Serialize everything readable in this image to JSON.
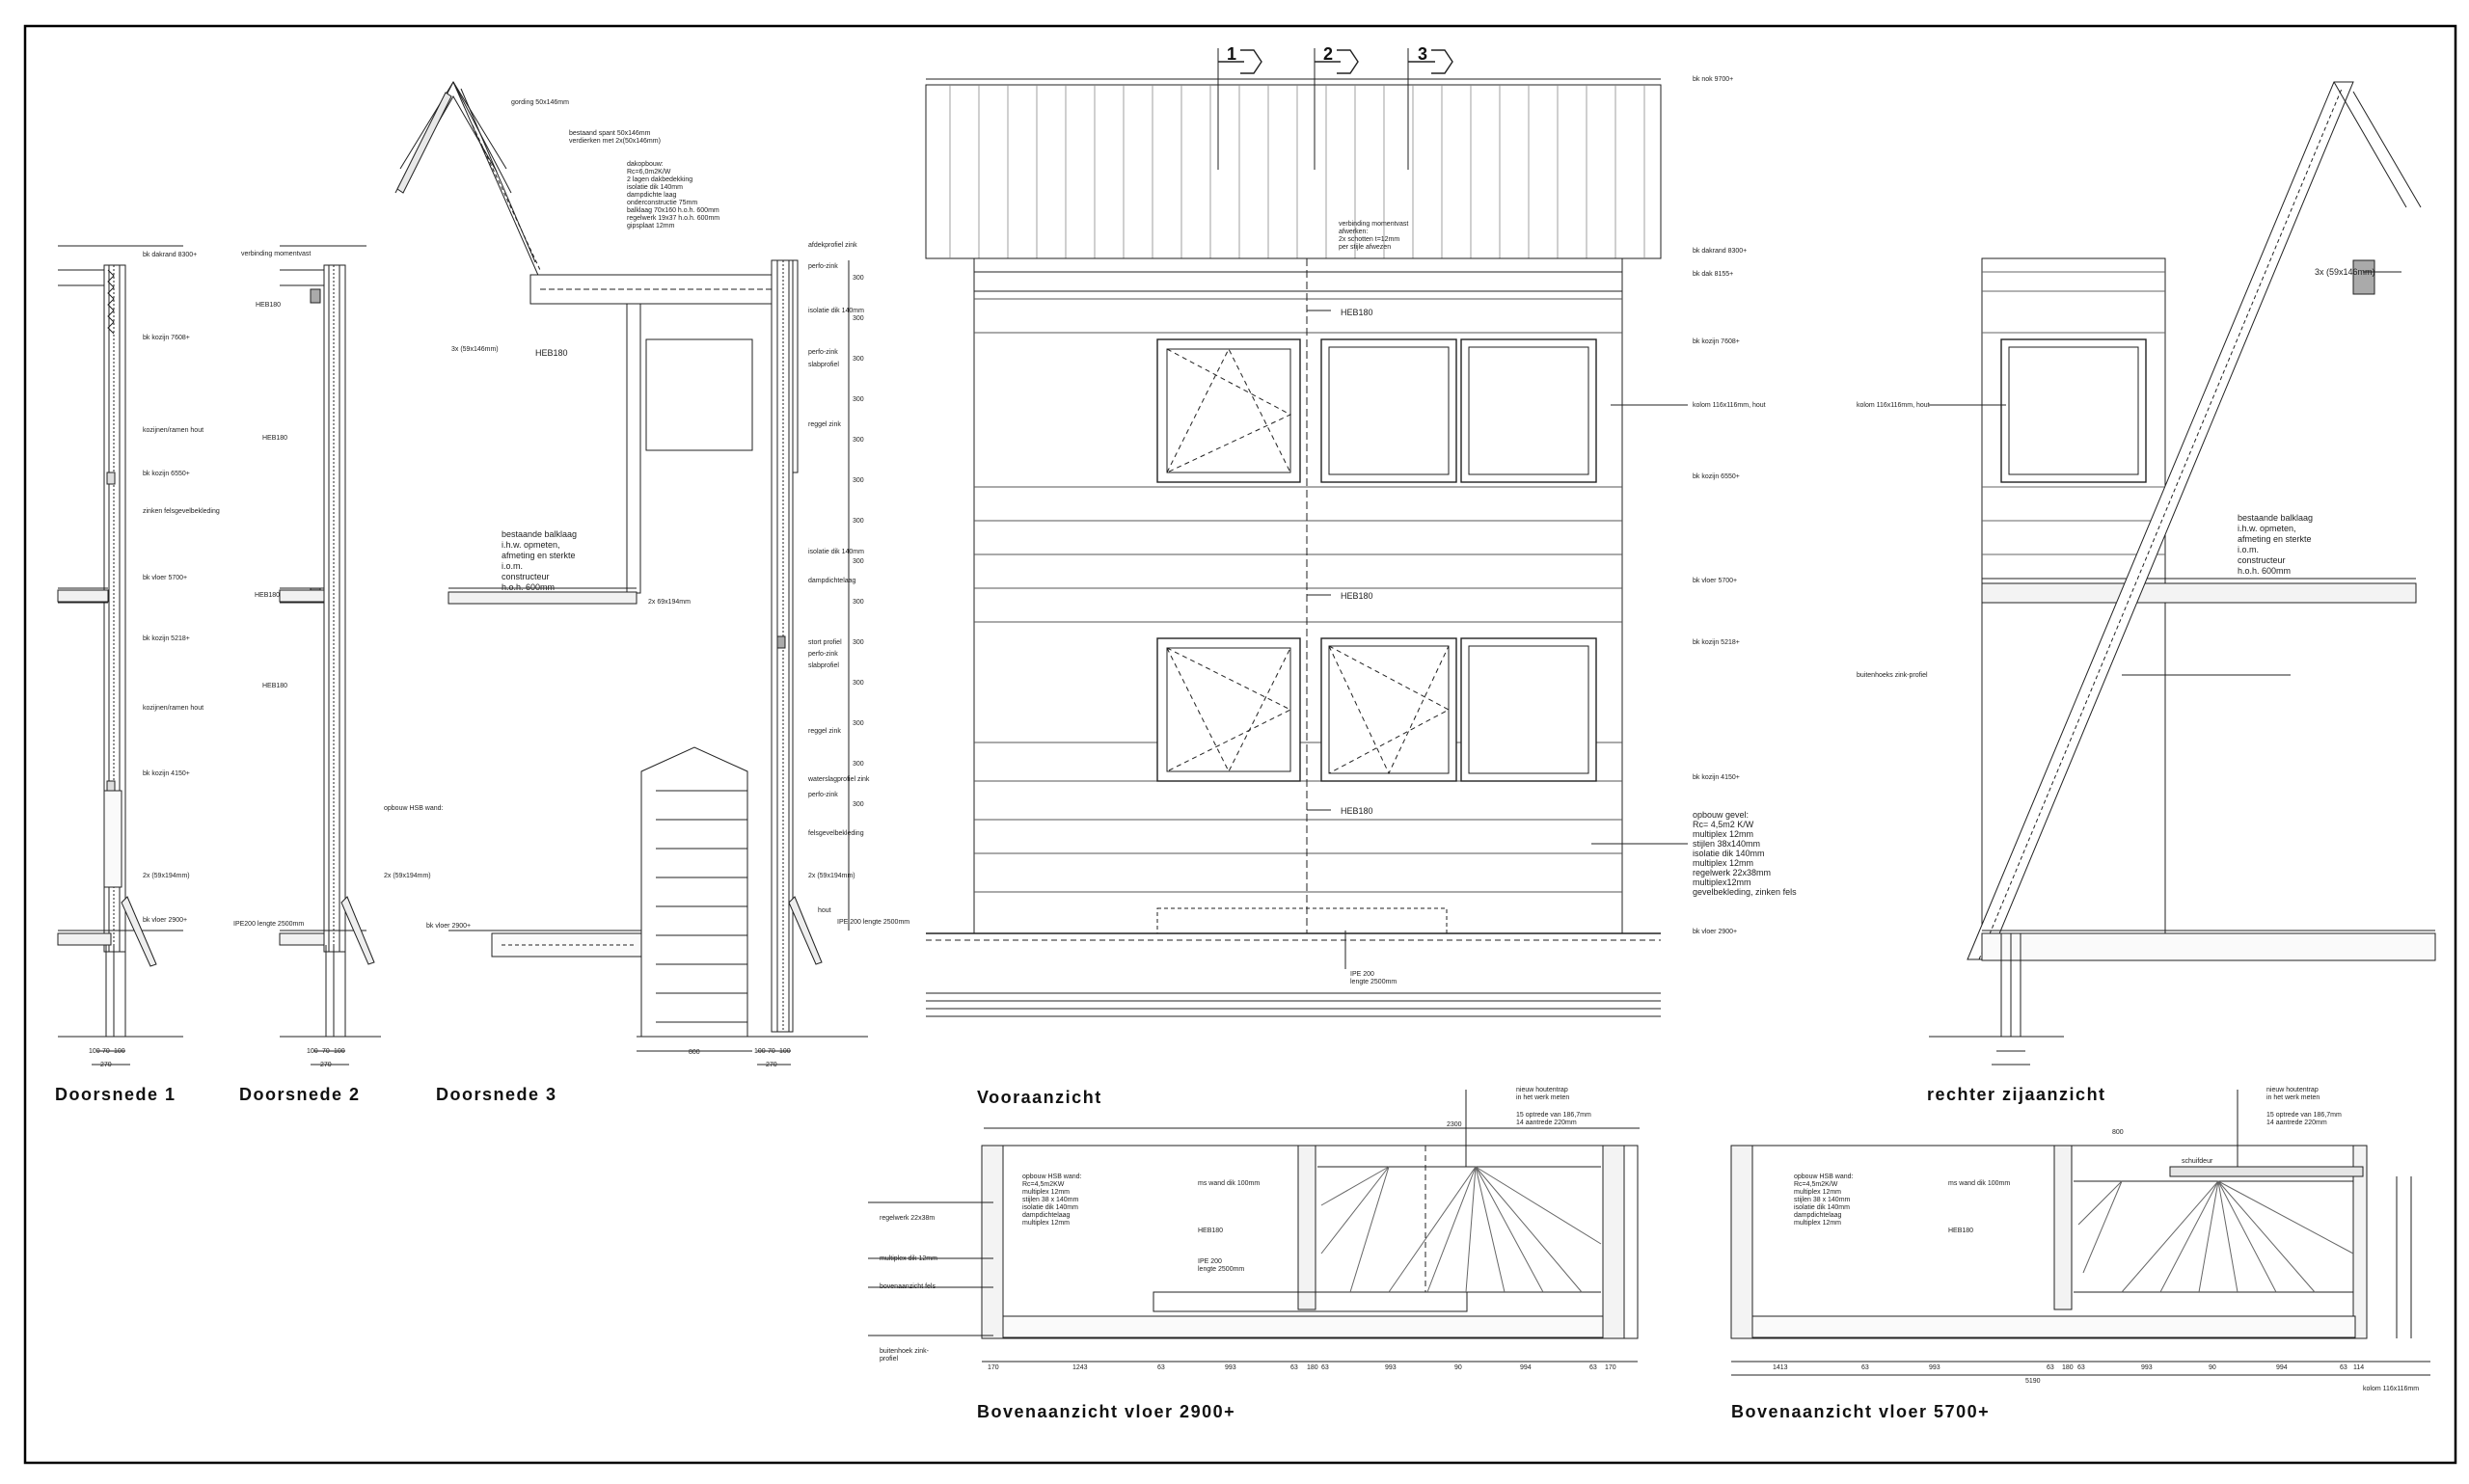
{
  "titles": {
    "doorsnede1": "Doorsnede 1",
    "doorsnede2": "Doorsnede 2",
    "doorsnede3": "Doorsnede 3",
    "vooraanzicht": "Vooraanzicht",
    "zijaanzicht": "rechter zijaanzicht",
    "boven2900": "Bovenaanzicht  vloer  2900+",
    "boven5700": "Bovenaanzicht  vloer  5700+"
  },
  "section_markers": [
    "1",
    "2",
    "3"
  ],
  "levels": {
    "nok": "bk nok 9700+",
    "daklrand": "bk dakrand 8300+",
    "dak": "bk dak 8155+",
    "kozijn7608": "bk kozijn 7608+",
    "kozijn6550": "bk kozijn 6550+",
    "vloer5700": "bk vloer 5700+",
    "kozijn5218": "bk kozijn 5218+",
    "kozijn4150": "bk kozijn 4150+",
    "vloer2900": "bk vloer 2900+"
  },
  "front_notes": {
    "heb180": "HEB180",
    "kolom": "kolom 116x116mm, hout",
    "verbinding": [
      "verbinding momentvast",
      "afwerken:",
      "2x schotten t=12mm",
      "per stijle afwezen"
    ],
    "gevel": [
      "opbouw gevel:",
      "Rc= 4,5m2 K/W",
      "multiplex 12mm",
      "stijlen 38x140mm",
      "isolatie dik 140mm",
      "multiplex 12mm",
      "regelwerk 22x38mm",
      "multiplex12mm",
      "gevelbekleding, zinken fels"
    ],
    "ipe": [
      "IPE 200",
      "lengte 2500mm"
    ]
  },
  "side_notes": {
    "kolom": "kolom 116x116mm, hout",
    "rafters": "3x (59x146mm)",
    "balklaag": [
      "bestaande balklaag",
      "i.h.w. opmeten,",
      "afmeting en sterkte",
      "i.o.m.",
      "constructeur",
      "h.o.h. 600mm"
    ],
    "buitenhoek": "buitenhoeks zink-profiel"
  },
  "section3_notes": {
    "rafters": "3x (59x146mm)",
    "heb": "HEB180",
    "balklaag": [
      "bestaande balklaag",
      "i.h.w. opmeten,",
      "afmeting en sterkte",
      "i.o.m.",
      "constructeur",
      "h.o.h. 600mm"
    ],
    "balken": "2x 69x194mm",
    "vloer": "bk vloer 2900+",
    "dim_dakhoogte": [
      "300",
      "300",
      "300",
      "300",
      "300",
      "300",
      "300",
      "300",
      "300",
      "300",
      "300",
      "300",
      "300",
      "300"
    ],
    "dim_wide": "800",
    "dim_bottom": [
      "100",
      "70",
      "100"
    ],
    "dim_total": "270"
  },
  "plan_notes_2900": {
    "wand": [
      "opbouw HSB wand:",
      "Rc=4,5m2KW",
      "multiplex 12mm",
      "stijlen 38 x 140mm",
      "isolatie dik 140mm",
      "dampdichtelaag",
      "multiplex 12mm"
    ],
    "regelwerk": "regelwerk 22x38m",
    "multiplex": "multiplex dik 12mm",
    "fels": "bovenaanzicht fels",
    "buitenhoek": [
      "buitenhoek zink-",
      "profiel"
    ],
    "mswand": "ms wand dik 100mm",
    "heb": "HEB180",
    "ipe": [
      "IPE 200",
      "lengte 2500mm"
    ],
    "trap": [
      "nieuw houtentrap",
      "in het werk meten",
      "",
      "15 optrede van 186,7mm",
      "14 aantrede 220mm"
    ],
    "dim_top": "2300",
    "dims": [
      "170",
      "1243",
      "63",
      "993",
      "63",
      "180",
      "63",
      "993",
      "90",
      "994",
      "63",
      "170"
    ]
  },
  "plan_notes_5700": {
    "wand": [
      "opbouw HSB wand:",
      "Rc=4,5m2K/W",
      "multiplex 12mm",
      "stijlen 38 x 140mm",
      "isolatie dik 140mm",
      "dampdichtelaag",
      "multiplex 12mm"
    ],
    "mswand": "ms wand dik 100mm",
    "heb": "HEB180",
    "schuif": "schuifdeur",
    "trap": [
      "nieuw houtentrap",
      "in het werk meten",
      "",
      "15 optrede van 186,7mm",
      "14 aantrede 220mm"
    ],
    "dim_top": "800",
    "dims": [
      "1413",
      "63",
      "993",
      "63",
      "180",
      "63",
      "993",
      "90",
      "994",
      "63",
      "114"
    ],
    "total": "5190",
    "kolom": "kolom 116x116mm"
  },
  "section1_notes": [
    "bk dakrand 8300+",
    "bk kozijn 7608+",
    "kozijnen/ramen hout",
    "bk kozijn 6550+",
    "zinken felsgevelbekleding",
    "bk vloer 5700+",
    "bk kozijn 5218+",
    "kozijnen/ramen hout",
    "bk kozijn 4150+",
    "2x (59x194mm)",
    "bk vloer 2900+"
  ],
  "section1_dims": [
    "100",
    "70",
    "100",
    "270"
  ],
  "section2_notes": [
    "verbinding momentvast",
    "HEB180",
    "HEB180",
    "HEB180",
    "HEB180",
    "opbouw HSB wand:",
    "2x (59x194mm)",
    "IPE200 lengte 2500mm"
  ],
  "section2_dims": [
    "100",
    "70",
    "100",
    "270"
  ],
  "section3_right_notes": [
    "afdekprofiel zink",
    "perfo-zink",
    "isolatie dik 140mm",
    "perfo-zink",
    "slabprofiel",
    "reggel zink",
    "isolatie dik 140mm",
    "dampdichtelaag",
    "stort profiel",
    "perfo-zink",
    "slabprofiel",
    "reggel zink",
    "waterslagprofiel zink",
    "perfo-zink",
    "felsgevelbekleding",
    "2x (59x194mm)",
    "hout",
    "IPE 200 lengte 2500mm"
  ]
}
